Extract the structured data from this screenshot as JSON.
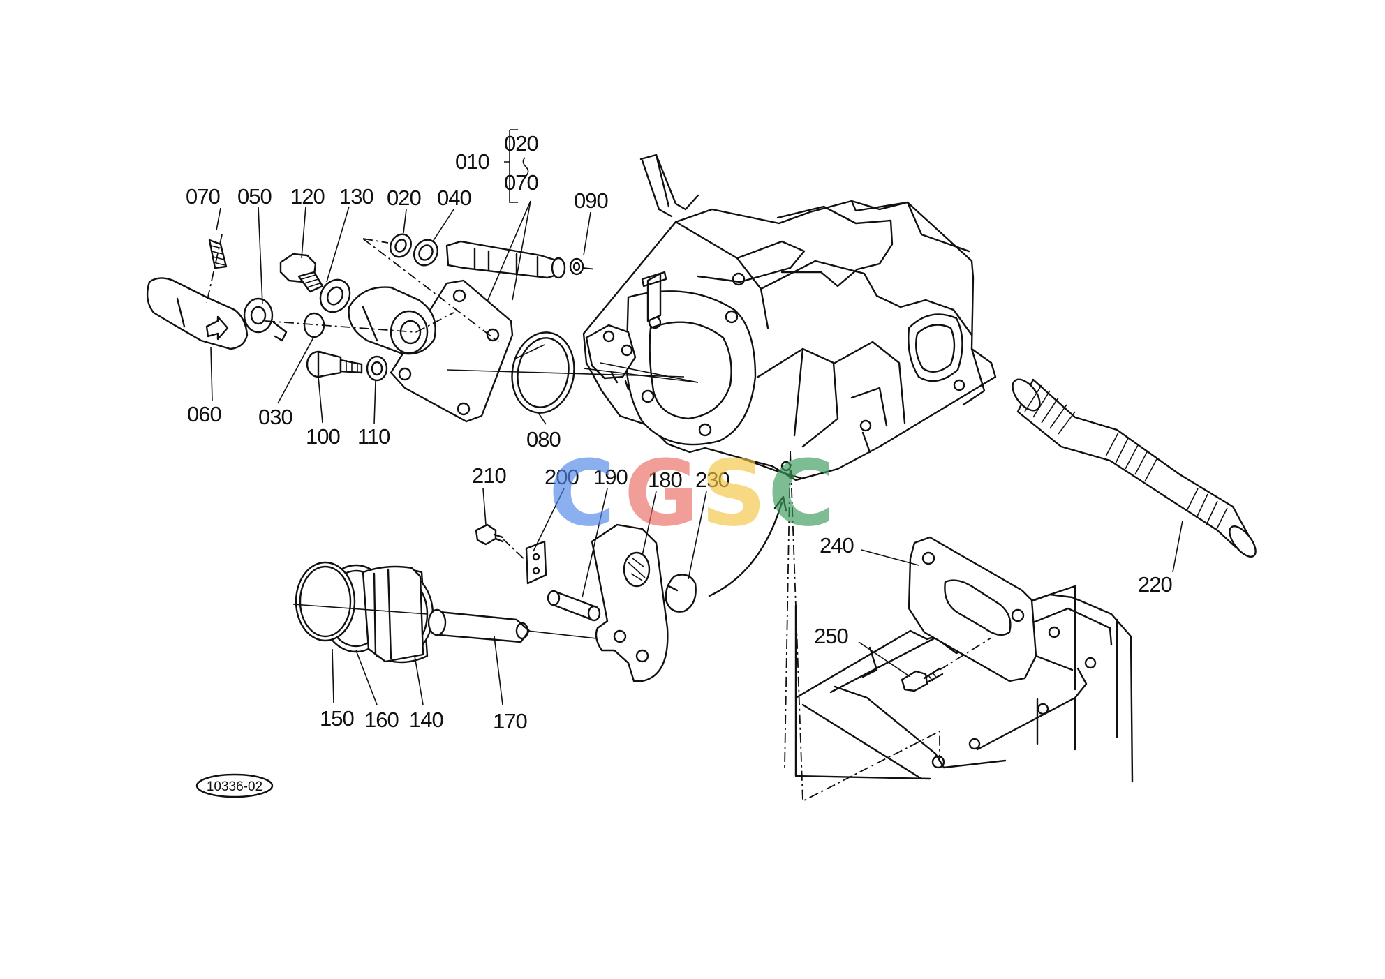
{
  "diagram": {
    "callouts": [
      "070",
      "050",
      "120",
      "130",
      "020",
      "040",
      "090",
      "010",
      "020",
      "070",
      "060",
      "030",
      "100",
      "110",
      "080",
      "210",
      "200",
      "190",
      "180",
      "230",
      "220",
      "240",
      "250",
      "150",
      "160",
      "140",
      "170"
    ],
    "figure_code": "10336-02"
  },
  "watermark": {
    "letters": [
      "C",
      "G",
      "S",
      "C"
    ],
    "colors": [
      "#4f86e8",
      "#ea6a62",
      "#f4c542",
      "#3a9a5b"
    ]
  }
}
